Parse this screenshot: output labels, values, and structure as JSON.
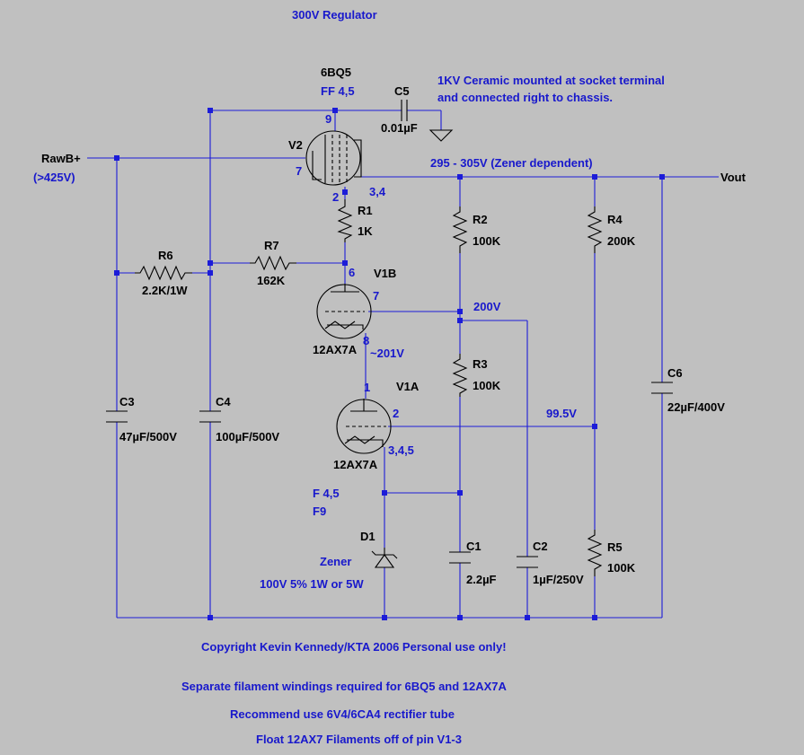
{
  "title": "300V Regulator",
  "notes": {
    "ceramic_line1": "1KV Ceramic mounted at socket terminal",
    "ceramic_line2": "and connected right to chassis.",
    "output_range": "295 - 305V (Zener dependent)",
    "copyright": "Copyright Kevin Kennedy/KTA 2006 Personal use only!",
    "filament_note": "Separate filament windings required for 6BQ5 and 12AX7A",
    "rectifier_note": "Recommend use 6V4/6CA4 rectifier tube",
    "float_note": "Float 12AX7 Filaments off of pin V1-3"
  },
  "nets": {
    "input": "RawB+",
    "input_min": "(>425V)",
    "output": "Vout",
    "node_200v": "200V",
    "node_201v": "~201V",
    "node_99v": "99.5V"
  },
  "tubes": {
    "v2": {
      "ref": "V2",
      "part": "6BQ5",
      "filament": "FF 4,5",
      "pin_g2": "9",
      "pin_g1": "7",
      "pin_k": "2",
      "pin_a": "3,4"
    },
    "v1b": {
      "ref": "V1B",
      "part": "12AX7A",
      "pin_a": "6",
      "pin_g": "7",
      "pin_k": "8"
    },
    "v1a": {
      "ref": "V1A",
      "part": "12AX7A",
      "pin_a": "1",
      "pin_g": "2",
      "pin_k": "3,4,5",
      "filament_a": "F 4,5",
      "filament_b": "F9"
    }
  },
  "resistors": {
    "r1": {
      "ref": "R1",
      "value": "1K"
    },
    "r2": {
      "ref": "R2",
      "value": "100K"
    },
    "r3": {
      "ref": "R3",
      "value": "100K"
    },
    "r4": {
      "ref": "R4",
      "value": "200K"
    },
    "r5": {
      "ref": "R5",
      "value": "100K"
    },
    "r6": {
      "ref": "R6",
      "value": "2.2K/1W"
    },
    "r7": {
      "ref": "R7",
      "value": "162K"
    }
  },
  "capacitors": {
    "c1": {
      "ref": "C1",
      "value": "2.2µF"
    },
    "c2": {
      "ref": "C2",
      "value": "1µF/250V"
    },
    "c3": {
      "ref": "C3",
      "value": "47µF/500V"
    },
    "c4": {
      "ref": "C4",
      "value": "100µF/500V"
    },
    "c5": {
      "ref": "C5",
      "value": "0.01µF"
    },
    "c6": {
      "ref": "C6",
      "value": "22µF/400V"
    }
  },
  "diodes": {
    "d1": {
      "ref": "D1",
      "type": "Zener",
      "value": "100V 5% 1W or 5W"
    }
  },
  "colors": {
    "background": "#c0c0c0",
    "wire": "#1c1cd8",
    "label": "#1818cc",
    "component": "#000000"
  }
}
